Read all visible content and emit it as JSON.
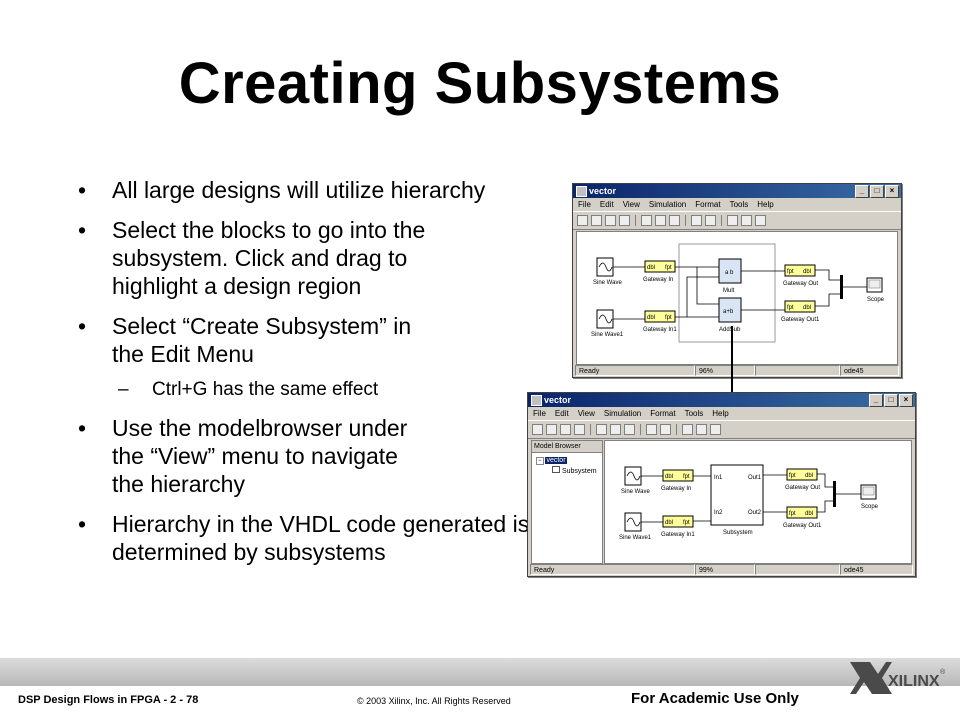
{
  "slide": {
    "title": "Creating Subsystems",
    "bullets": [
      "All large designs will utilize hierarchy",
      "Select the blocks to go into the subsystem. Click and drag to highlight a design region",
      "Select “Create Subsystem” in the Edit Menu",
      "Use the modelbrowser under the “View” menu to navigate the hierarchy",
      "Hierarchy in the VHDL code generated is determined by subsystems"
    ],
    "sub_bullet": "Ctrl+G has the same effect"
  },
  "window1": {
    "title": "vector",
    "menu": [
      "File",
      "Edit",
      "View",
      "Simulation",
      "Format",
      "Tools",
      "Help"
    ],
    "status": [
      "Ready",
      "96%",
      "",
      "ode45"
    ],
    "blocks": {
      "sine1": "Sine Wave",
      "sine2": "Sine Wave1",
      "gw_in": "Gateway In",
      "gw_in1": "Gateway In1",
      "mult": "Mult",
      "addsub": "AddSub",
      "gw_out": "Gateway Out",
      "gw_out1": "Gateway Out1",
      "scope": "Scope",
      "dbl": "dbl",
      "fpt": "fpt",
      "mult_expr": "a b",
      "add_expr": "a+b"
    }
  },
  "window2": {
    "title": "vector",
    "menu": [
      "File",
      "Edit",
      "View",
      "Simulation",
      "Format",
      "Tools",
      "Help"
    ],
    "status": [
      "Ready",
      "99%",
      "",
      "ode45"
    ],
    "browser_title": "Model Browser",
    "tree": [
      "vector",
      "Subsystem"
    ],
    "blocks": {
      "sine1": "Sine Wave",
      "sine2": "Sine Wave1",
      "gw_in": "Gateway In",
      "gw_in1": "Gateway In1",
      "subsystem": "Subsystem",
      "in1": "In1",
      "in2": "In2",
      "out1": "Out1",
      "out2": "Out2",
      "gw_out": "Gateway Out",
      "gw_out1": "Gateway Out1",
      "scope": "Scope",
      "dbl": "dbl",
      "fpt": "fpt"
    }
  },
  "footer": {
    "left": "DSP Design Flows in FPGA  - 2 - 78",
    "mid": "© 2003 Xilinx, Inc. All Rights Reserved",
    "right": "For Academic Use Only",
    "logo_text": "XILINX",
    "logo_mark": "®"
  },
  "colors": {
    "block_yellow": "#ffff99",
    "title_bar": "#0a246a",
    "logo": "#4a4a4a"
  }
}
